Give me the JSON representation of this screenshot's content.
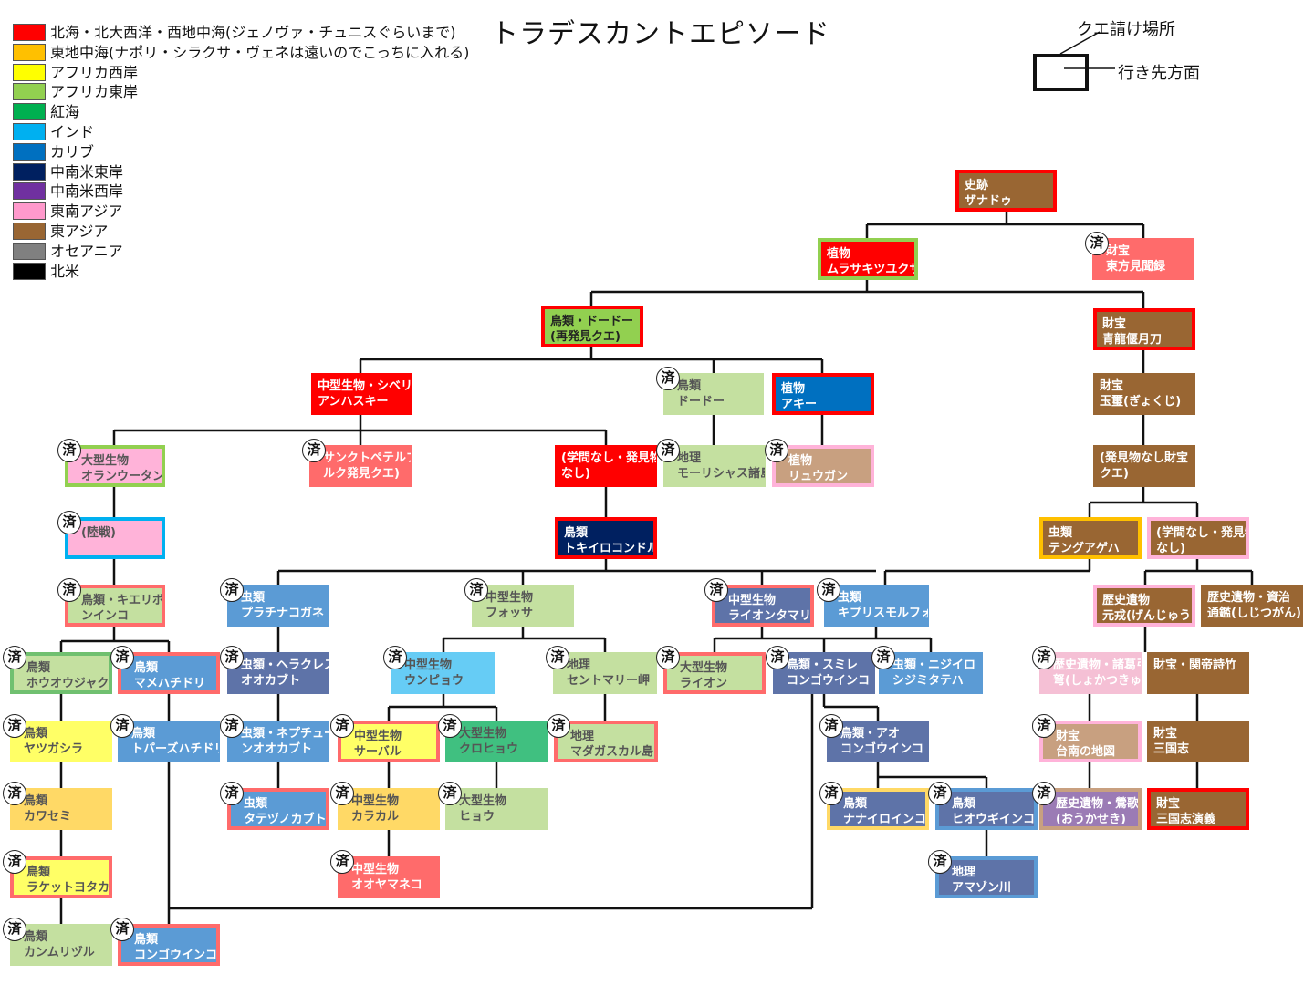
{
  "title": "トラデスカントエピソード",
  "legend": [
    {
      "color": "#ff0000",
      "label": "北海・北大西洋・西地中海(ジェノヴァ・チュニスぐらいまで)"
    },
    {
      "color": "#ffc000",
      "label": "東地中海(ナポリ・シラクサ・ヴェネは遠いのでこっちに入れる)"
    },
    {
      "color": "#ffff00",
      "label": "アフリカ西岸"
    },
    {
      "color": "#92d050",
      "label": "アフリカ東岸"
    },
    {
      "color": "#00b050",
      "label": "紅海"
    },
    {
      "color": "#00b0f0",
      "label": "インド"
    },
    {
      "color": "#0070c0",
      "label": "カリブ"
    },
    {
      "color": "#002060",
      "label": "中南米東岸"
    },
    {
      "color": "#7030a0",
      "label": "中南米西岸"
    },
    {
      "color": "#ff99cc",
      "label": "東南アジア"
    },
    {
      "color": "#996633",
      "label": "東アジア"
    },
    {
      "color": "#808080",
      "label": "オセアニア"
    },
    {
      "color": "#000000",
      "label": "北米"
    }
  ],
  "key": {
    "quest_place_label": "クエ請け場所",
    "destination_label": "行き先方面"
  },
  "done_mark": "済",
  "nodes": [
    {
      "id": "zanadu",
      "lines": [
        "史跡",
        "ザナドゥ"
      ],
      "fill": "#996633",
      "border": "#ff0000",
      "thick": true,
      "text": "#ffffff",
      "done": false
    },
    {
      "id": "murasaki",
      "lines": [
        "植物",
        "ムラサキツユクサ"
      ],
      "fill": "#ff0000",
      "border": "#92d050",
      "thick": true,
      "text": "#ffffff",
      "done": false
    },
    {
      "id": "toho",
      "lines": [
        "財宝",
        "東方見聞録"
      ],
      "fill": "#ff6b6b",
      "border": "#ff6b6b",
      "thick": false,
      "text": "#ffffff",
      "done": true
    },
    {
      "id": "dodo-re",
      "lines": [
        "鳥類・ドードー",
        "(再発見クエ)"
      ],
      "fill": "#92d050",
      "border": "#ff0000",
      "thick": true,
      "text": "#222222",
      "done": false
    },
    {
      "id": "seiryu",
      "lines": [
        "財宝",
        "青龍偃月刀"
      ],
      "fill": "#996633",
      "border": "#ff0000",
      "thick": true,
      "text": "#ffffff",
      "done": false
    },
    {
      "id": "husky",
      "lines": [
        "中型生物・シベリ",
        "アンハスキー"
      ],
      "fill": "#ff0000",
      "border": "#ff0000",
      "thick": false,
      "text": "#ffffff",
      "done": false
    },
    {
      "id": "dodo",
      "lines": [
        "鳥類",
        "ドードー"
      ],
      "fill": "#c4e0a0",
      "border": "#c4e0a0",
      "thick": false,
      "text": "#555555",
      "done": true
    },
    {
      "id": "akee",
      "lines": [
        "植物",
        "アキー"
      ],
      "fill": "#0070c0",
      "border": "#ff0000",
      "thick": true,
      "text": "#ffffff",
      "done": false
    },
    {
      "id": "gyokuji",
      "lines": [
        "財宝",
        "玉璽(ぎょくじ)"
      ],
      "fill": "#996633",
      "border": "#996633",
      "thick": false,
      "text": "#ffffff",
      "done": false
    },
    {
      "id": "orangutan",
      "lines": [
        "大型生物",
        "オランウータン"
      ],
      "fill": "#ffb3d9",
      "border": "#92d050",
      "thick": true,
      "text": "#555555",
      "done": true
    },
    {
      "id": "sankt",
      "lines": [
        "サンクトペテルブ",
        "ルク発見クエ)"
      ],
      "fill": "#ff6b6b",
      "border": "#ff6b6b",
      "thick": false,
      "text": "#ffffff",
      "done": true
    },
    {
      "id": "nogaku",
      "lines": [
        "(学問なし・発見物",
        "なし)"
      ],
      "fill": "#ff0000",
      "border": "#ff0000",
      "thick": false,
      "text": "#ffffff",
      "done": false
    },
    {
      "id": "mauritius",
      "lines": [
        "地理",
        "モーリシャス諸島"
      ],
      "fill": "#c4e0a0",
      "border": "#c4e0a0",
      "thick": false,
      "text": "#555555",
      "done": true
    },
    {
      "id": "ryugan",
      "lines": [
        "植物",
        "リュウガン"
      ],
      "fill": "#c8a080",
      "border": "#ffb3d9",
      "thick": true,
      "text": "#ffffff",
      "done": true
    },
    {
      "id": "nozaiho",
      "lines": [
        "(発見物なし財宝",
        "クエ)"
      ],
      "fill": "#996633",
      "border": "#996633",
      "thick": false,
      "text": "#ffffff",
      "done": false
    },
    {
      "id": "rikusen",
      "lines": [
        "(陸戦)"
      ],
      "fill": "#ffb3d9",
      "border": "#00b0f0",
      "thick": true,
      "text": "#555555",
      "done": true
    },
    {
      "id": "condor",
      "lines": [
        "鳥類",
        "トキイロコンドル"
      ],
      "fill": "#002060",
      "border": "#ff0000",
      "thick": true,
      "text": "#ffffff",
      "done": false
    },
    {
      "id": "tengu",
      "lines": [
        "虫類",
        "テングアゲハ"
      ],
      "fill": "#996633",
      "border": "#ffc000",
      "thick": true,
      "text": "#ffffff",
      "done": false
    },
    {
      "id": "nogaku2",
      "lines": [
        "(学問なし・発見物",
        "なし)"
      ],
      "fill": "#996633",
      "border": "#ffb3d9",
      "thick": true,
      "text": "#ffffff",
      "done": false
    },
    {
      "id": "kieribotan",
      "lines": [
        "鳥類・キエリボタ",
        "ンインコ"
      ],
      "fill": "#c4e0a0",
      "border": "#ff6b6b",
      "thick": true,
      "text": "#555555",
      "done": true
    },
    {
      "id": "platina",
      "lines": [
        "虫類",
        "プラチナコガネ"
      ],
      "fill": "#5b9bd5",
      "border": "#5b9bd5",
      "thick": false,
      "text": "#ffffff",
      "done": true
    },
    {
      "id": "fossa",
      "lines": [
        "中型生物",
        "フォッサ"
      ],
      "fill": "#c4e0a0",
      "border": "#c4e0a0",
      "thick": false,
      "text": "#555555",
      "done": true
    },
    {
      "id": "liontamarin",
      "lines": [
        "中型生物",
        "ライオンタマリン"
      ],
      "fill": "#5e73a8",
      "border": "#ff6b6b",
      "thick": true,
      "text": "#ffffff",
      "done": true
    },
    {
      "id": "cypris",
      "lines": [
        "虫類",
        "キプリスモルフォ"
      ],
      "fill": "#5b9bd5",
      "border": "#5b9bd5",
      "thick": false,
      "text": "#ffffff",
      "done": true
    },
    {
      "id": "genkan",
      "lines": [
        "歴史遺物",
        "元戎(げんじゅう)"
      ],
      "fill": "#996633",
      "border": "#ffb3d9",
      "thick": true,
      "text": "#ffffff",
      "done": false
    },
    {
      "id": "tsugan",
      "lines": [
        "歴史遺物・資治",
        "通鑑(しじつがん)"
      ],
      "fill": "#996633",
      "border": "#996633",
      "thick": false,
      "text": "#ffffff",
      "done": false
    },
    {
      "id": "hououjaku",
      "lines": [
        "鳥類",
        "ホウオウジャク"
      ],
      "fill": "#c4e0a0",
      "border": "#70c070",
      "thick": true,
      "text": "#555555",
      "done": true
    },
    {
      "id": "mamehachi",
      "lines": [
        "鳥類",
        "マメハチドリ"
      ],
      "fill": "#5b9bd5",
      "border": "#ff6b6b",
      "thick": true,
      "text": "#ffffff",
      "done": true
    },
    {
      "id": "hercules",
      "lines": [
        "虫類・ヘラクレス",
        "オオカブト"
      ],
      "fill": "#5e73a8",
      "border": "#5e73a8",
      "thick": false,
      "text": "#ffffff",
      "done": true
    },
    {
      "id": "unpyou",
      "lines": [
        "中型生物",
        "ウンピョウ"
      ],
      "fill": "#66ccf5",
      "border": "#66ccf5",
      "thick": false,
      "text": "#555555",
      "done": true
    },
    {
      "id": "stmary",
      "lines": [
        "地理",
        "セントマリー岬"
      ],
      "fill": "#c4e0a0",
      "border": "#c4e0a0",
      "thick": false,
      "text": "#555555",
      "done": true
    },
    {
      "id": "lion",
      "lines": [
        "大型生物",
        "ライオン"
      ],
      "fill": "#c4e0a0",
      "border": "#ff6b6b",
      "thick": true,
      "text": "#555555",
      "done": true
    },
    {
      "id": "sumire",
      "lines": [
        "鳥類・スミレ",
        "コンゴウインコ"
      ],
      "fill": "#5e73a8",
      "border": "#5e73a8",
      "thick": false,
      "text": "#ffffff",
      "done": true
    },
    {
      "id": "nijiiro",
      "lines": [
        "虫類・ニジイロ",
        "シジミタテハ"
      ],
      "fill": "#5b9bd5",
      "border": "#5b9bd5",
      "thick": false,
      "text": "#ffffff",
      "done": true
    },
    {
      "id": "shokatsudo",
      "lines": [
        "歴史遺物・諸葛弓",
        "弩(しょかつきゅうど)"
      ],
      "fill": "#f5c0d5",
      "border": "#f5c0d5",
      "thick": false,
      "text": "#ffffff",
      "done": true
    },
    {
      "id": "kanteishichiku",
      "lines": [
        "財宝・関帝詩竹"
      ],
      "fill": "#996633",
      "border": "#996633",
      "thick": false,
      "text": "#ffffff",
      "done": false
    },
    {
      "id": "yatsugashira",
      "lines": [
        "鳥類",
        "ヤツガシラ"
      ],
      "fill": "#ffff66",
      "border": "#ffff66",
      "thick": false,
      "text": "#555555",
      "done": true
    },
    {
      "id": "topaz",
      "lines": [
        "鳥類",
        "トパーズハチドリ"
      ],
      "fill": "#5b9bd5",
      "border": "#5b9bd5",
      "thick": false,
      "text": "#ffffff",
      "done": true
    },
    {
      "id": "neptune",
      "lines": [
        "虫類・ネプチュー",
        "ンオオカブト"
      ],
      "fill": "#5b9bd5",
      "border": "#5b9bd5",
      "thick": false,
      "text": "#ffffff",
      "done": true
    },
    {
      "id": "serval",
      "lines": [
        "中型生物",
        "サーバル"
      ],
      "fill": "#ffff66",
      "border": "#ff6b6b",
      "thick": true,
      "text": "#555555",
      "done": true
    },
    {
      "id": "kurohyou",
      "lines": [
        "大型生物",
        "クロヒョウ"
      ],
      "fill": "#40c080",
      "border": "#40c080",
      "thick": false,
      "text": "#555555",
      "done": true
    },
    {
      "id": "madagascar",
      "lines": [
        "地理",
        "マダガスカル島"
      ],
      "fill": "#c4e0a0",
      "border": "#ff6b6b",
      "thick": true,
      "text": "#555555",
      "done": true
    },
    {
      "id": "ao",
      "lines": [
        "鳥類・アオ",
        "コンゴウインコ"
      ],
      "fill": "#5e73a8",
      "border": "#5e73a8",
      "thick": false,
      "text": "#ffffff",
      "done": true
    },
    {
      "id": "tainan",
      "lines": [
        "財宝",
        "台南の地図"
      ],
      "fill": "#c8a080",
      "border": "#ffb3d9",
      "thick": true,
      "text": "#ffffff",
      "done": true
    },
    {
      "id": "sangokushi",
      "lines": [
        "財宝",
        "三国志"
      ],
      "fill": "#996633",
      "border": "#996633",
      "thick": false,
      "text": "#ffffff",
      "done": false
    },
    {
      "id": "kawasemi",
      "lines": [
        "鳥類",
        "カワセミ"
      ],
      "fill": "#ffd966",
      "border": "#ffd966",
      "thick": false,
      "text": "#555555",
      "done": true
    },
    {
      "id": "tatezuno",
      "lines": [
        "虫類",
        "タテヅノカブト"
      ],
      "fill": "#5b9bd5",
      "border": "#ff6b6b",
      "thick": true,
      "text": "#ffffff",
      "done": true
    },
    {
      "id": "karakal",
      "lines": [
        "中型生物",
        "カラカル"
      ],
      "fill": "#ffd966",
      "border": "#ffd966",
      "thick": false,
      "text": "#555555",
      "done": true
    },
    {
      "id": "hyou",
      "lines": [
        "大型生物",
        "ヒョウ"
      ],
      "fill": "#c4e0a0",
      "border": "#c4e0a0",
      "thick": false,
      "text": "#555555",
      "done": true
    },
    {
      "id": "nanairo",
      "lines": [
        "鳥類",
        "ナナイロインコ"
      ],
      "fill": "#5e73a8",
      "border": "#ffd966",
      "thick": true,
      "text": "#ffffff",
      "done": true
    },
    {
      "id": "hiougi",
      "lines": [
        "鳥類",
        "ヒオウギインコ"
      ],
      "fill": "#5e73a8",
      "border": "#5b9bd5",
      "thick": true,
      "text": "#ffffff",
      "done": true
    },
    {
      "id": "oukaseki",
      "lines": [
        "歴史遺物・鶯歌石",
        "(おうかせき)"
      ],
      "fill": "#9b7bb5",
      "border": "#c8a080",
      "thick": true,
      "text": "#ffffff",
      "done": true
    },
    {
      "id": "engi",
      "lines": [
        "財宝",
        "三国志演義"
      ],
      "fill": "#996633",
      "border": "#ff0000",
      "thick": true,
      "text": "#ffffff",
      "done": false
    },
    {
      "id": "racket",
      "lines": [
        "鳥類",
        "ラケットヨタカ"
      ],
      "fill": "#ffff66",
      "border": "#ff6b6b",
      "thick": true,
      "text": "#555555",
      "done": true
    },
    {
      "id": "ooyamaneko",
      "lines": [
        "中型生物",
        "オオヤマネコ"
      ],
      "fill": "#ff6b6b",
      "border": "#ff6b6b",
      "thick": false,
      "text": "#ffffff",
      "done": true
    },
    {
      "id": "amazon",
      "lines": [
        "地理",
        "アマゾン川"
      ],
      "fill": "#5e73a8",
      "border": "#5b9bd5",
      "thick": true,
      "text": "#ffffff",
      "done": true
    },
    {
      "id": "kanmuri",
      "lines": [
        "鳥類",
        "カンムリヅル"
      ],
      "fill": "#c4e0a0",
      "border": "#c4e0a0",
      "thick": false,
      "text": "#555555",
      "done": true
    },
    {
      "id": "kongou",
      "lines": [
        "鳥類",
        "コンゴウインコ"
      ],
      "fill": "#5b9bd5",
      "border": "#ff6b6b",
      "thick": true,
      "text": "#ffffff",
      "done": true
    }
  ]
}
